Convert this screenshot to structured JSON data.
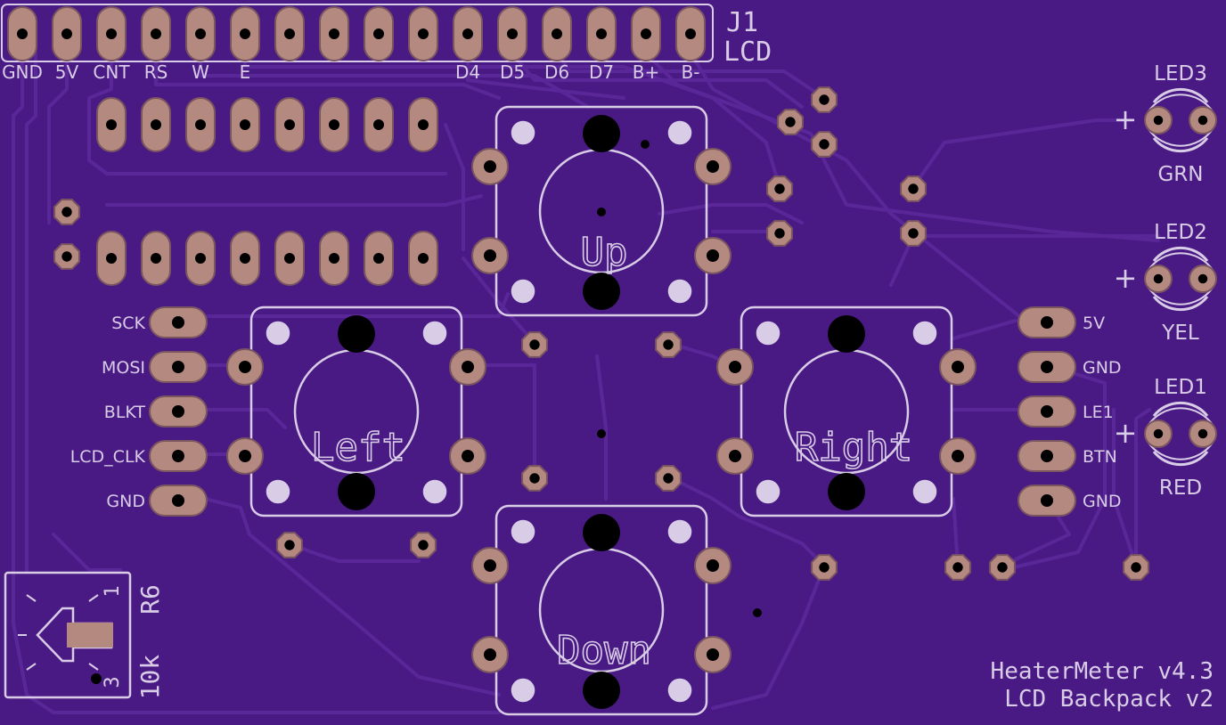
{
  "colors": {
    "board": "#4a1a84",
    "trace": "#5a2799",
    "trace_edge": "#3a1068",
    "copper": "#b48a80",
    "copper_edge": "#7a5560",
    "silk": "#d8cce6",
    "hole": "#000000"
  },
  "header": {
    "designator": "J1",
    "name": "LCD",
    "pins": [
      "GND",
      "5V",
      "CNT",
      "RS",
      "W",
      "E",
      "",
      "",
      "",
      "",
      "D4",
      "D5",
      "D6",
      "D7",
      "B+",
      "B-"
    ]
  },
  "buttons": [
    {
      "id": "up",
      "label": "Up"
    },
    {
      "id": "left",
      "label": "Left"
    },
    {
      "id": "right",
      "label": "Right"
    },
    {
      "id": "down",
      "label": "Down"
    }
  ],
  "left_pads": [
    "SCK",
    "MOSI",
    "BLKT",
    "LCD_CLK",
    "GND"
  ],
  "right_pads": [
    "5V",
    "GND",
    "LE1",
    "BTN",
    "GND"
  ],
  "leds": [
    {
      "designator": "LED3",
      "color_label": "GRN",
      "polarity": "+"
    },
    {
      "designator": "LED2",
      "color_label": "YEL",
      "polarity": "+"
    },
    {
      "designator": "LED1",
      "color_label": "RED",
      "polarity": "+"
    }
  ],
  "trimmer": {
    "designator": "R6",
    "value": "10k",
    "pin1": "1",
    "pin3": "3"
  },
  "footer": {
    "line1": "HeaterMeter v4.3",
    "line2": "LCD Backpack v2"
  }
}
